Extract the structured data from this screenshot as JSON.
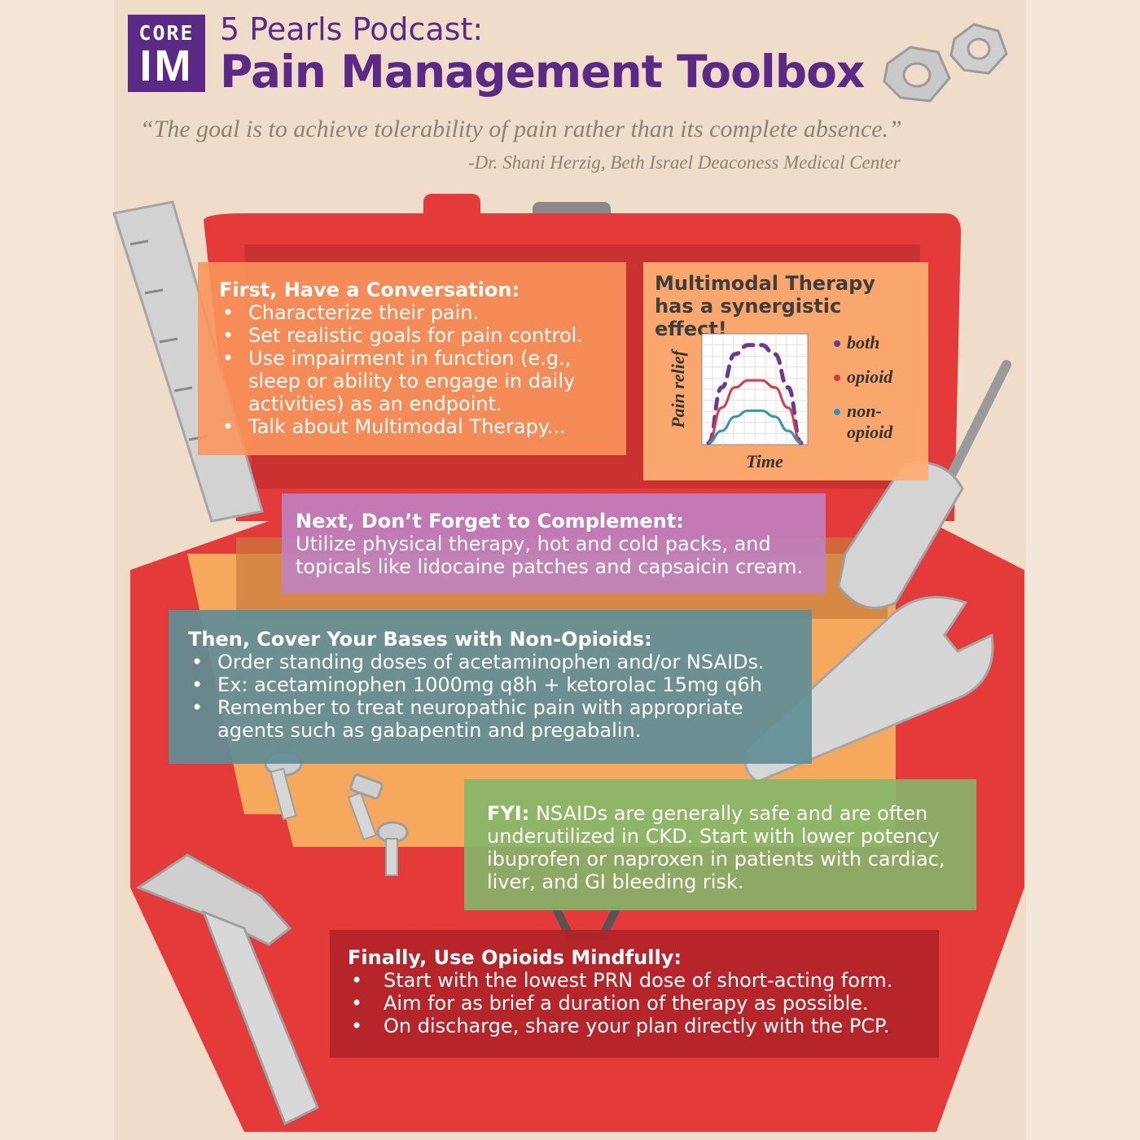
{
  "header": {
    "logo_top": "CORE",
    "logo_bottom": "IM",
    "subtitle": "5 Pearls Podcast:",
    "title": "Pain Management Toolbox"
  },
  "quote": {
    "text": "“The goal is to achieve tolerability of pain rather than its complete absence.”",
    "attribution": "-Dr. Shani Herzig, Beth Israel Deaconess Medical Center"
  },
  "conversation": {
    "heading": "First, Have a Conversation:",
    "items": [
      "Characterize their pain.",
      "Set realistic goals for pain control.",
      "Use impairment in function (e.g., sleep or ability to engage in daily activities) as an endpoint.",
      "Talk about Multimodal Therapy..."
    ]
  },
  "multimodal": {
    "heading": "Multimodal Therapy has a synergistic effect!"
  },
  "chart_data": {
    "type": "line",
    "title": "",
    "xlabel": "Time",
    "ylabel": "Pain relief",
    "grid": true,
    "legend_position": "right",
    "series": [
      {
        "name": "both",
        "color": "#6a3a8e",
        "style": "dashed",
        "values": [
          0,
          0.55,
          0.88,
          0.97,
          0.97,
          0.88,
          0.55,
          0
        ]
      },
      {
        "name": "opioid",
        "color": "#d83a4a",
        "style": "solid",
        "values": [
          0,
          0.35,
          0.55,
          0.62,
          0.62,
          0.55,
          0.35,
          0
        ]
      },
      {
        "name": "non-opioid",
        "color": "#2f95c0",
        "style": "solid",
        "values": [
          0,
          0.12,
          0.26,
          0.32,
          0.32,
          0.26,
          0.12,
          0
        ]
      }
    ],
    "legend_labels": [
      "both",
      "opioid",
      "non-",
      "opioid"
    ]
  },
  "complement": {
    "heading": "Next, Don’t Forget to Complement:",
    "text": [
      "Utilize physical therapy, hot and cold packs, and",
      "topicals like lidocaine patches and capsaicin cream."
    ]
  },
  "nonopioids": {
    "heading": "Then, Cover Your Bases with Non-Opioids:",
    "items": [
      "Order standing doses of acetaminophen and/or NSAIDs.",
      "Ex: acetaminophen 1000mg q8h + ketorolac 15mg q6h",
      "Remember to treat neuropathic pain with appropriate agents such as gabapentin and pregabalin."
    ]
  },
  "fyi": {
    "label": "FYI:",
    "text": "NSAIDs are generally safe and are often underutilized in CKD. Start with lower potency ibuprofen or naproxen in patients with cardiac, liver, and GI bleeding risk."
  },
  "opioids": {
    "heading": "Finally, Use Opioids Mindfully:",
    "items": [
      "Start with the lowest PRN dose of short-acting form.",
      "Aim for as brief a duration of therapy as possible.",
      "On discharge, share your plan directly with the PCP."
    ]
  },
  "colors": {
    "purple": "#5b2a86",
    "toolbox_red": "#e43a3a",
    "toolbox_inner": "#f6a95c",
    "conversation": "#fa965c",
    "complement": "#be82c4",
    "nonopioids": "#608e96",
    "fyi": "#84b668",
    "opioids": "#b22428"
  }
}
